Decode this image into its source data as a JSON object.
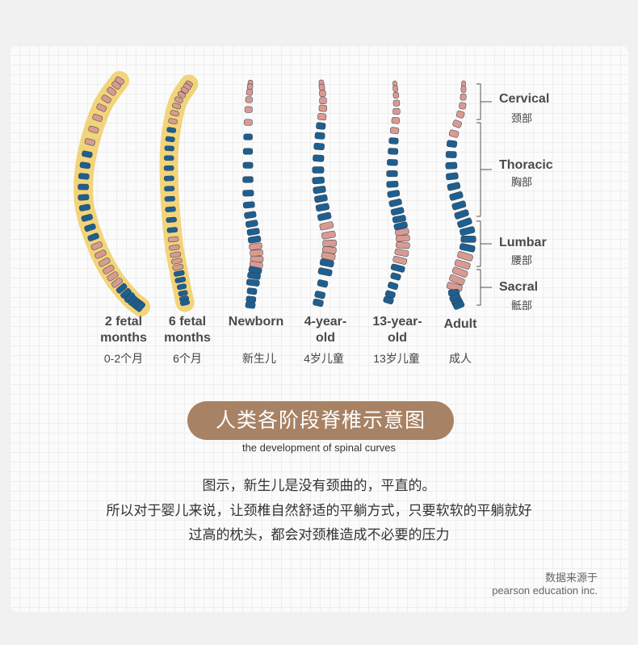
{
  "stages": [
    {
      "label_en": "2 fetal\nmonths",
      "label_cn": "0-2个月"
    },
    {
      "label_en": "6 fetal\nmonths",
      "label_cn": "6个月"
    },
    {
      "label_en": "Newborn",
      "label_cn": "新生儿"
    },
    {
      "label_en": "4-year-\nold",
      "label_cn": "4岁儿童"
    },
    {
      "label_en": "13-year-\nold",
      "label_cn": "13岁儿童"
    },
    {
      "label_en": "Adult",
      "label_cn": "成人"
    }
  ],
  "segments": [
    {
      "en": "Cervical",
      "cn": "颈部"
    },
    {
      "en": "Thoracic",
      "cn": "胸部"
    },
    {
      "en": "Lumbar",
      "cn": "腰部"
    },
    {
      "en": "Sacral",
      "cn": "骶部"
    }
  ],
  "title_cn": "人类各阶段脊椎示意图",
  "subtitle_en": "the development of spinal curves",
  "description": [
    "图示，新生儿是没有颈曲的，平直的。",
    "所以对于婴儿来说，让颈椎自然舒适的平躺方式，只要软软的平躺就好",
    "过高的枕头，都会对颈椎造成不必要的压力"
  ],
  "source": {
    "line1": "数据来源于",
    "line2": "pearson education inc."
  },
  "colors": {
    "blue_vertebra": "#1f5f8f",
    "pink_vertebra": "#d99a90",
    "fetal_glow": "#f1cf6b",
    "pill": "#a88264"
  }
}
